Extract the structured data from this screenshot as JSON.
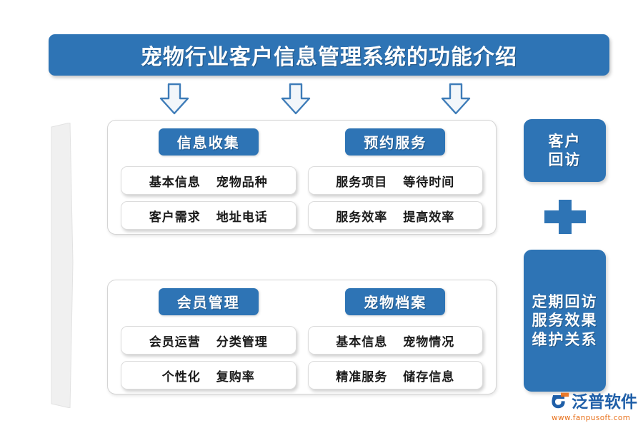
{
  "colors": {
    "brand_blue": "#2E74B5",
    "rule_navy": "#3A5BA0",
    "panel_border": "#d4d4d4",
    "logo_blue": "#1F5FA8",
    "logo_orange": "#E8701A",
    "background": "#FFFFFF"
  },
  "header": {
    "title": "宠物行业客户信息管理系统的功能介绍"
  },
  "arrows": [
    {
      "name": "arrow-down-1"
    },
    {
      "name": "arrow-down-2"
    },
    {
      "name": "arrow-down-3"
    }
  ],
  "panels": [
    {
      "id": "panel-top",
      "columns": [
        {
          "chip": "信息收集",
          "items": [
            [
              "基本信息",
              "宠物品种"
            ],
            [
              "客户需求",
              "地址电话"
            ]
          ]
        },
        {
          "chip": "预约服务",
          "items": [
            [
              "服务项目",
              "等待时间"
            ],
            [
              "服务效率",
              "提高效率"
            ]
          ]
        }
      ]
    },
    {
      "id": "panel-bottom",
      "columns": [
        {
          "chip": "会员管理",
          "items": [
            [
              "会员运营",
              "分类管理"
            ],
            [
              "个性化",
              "复购率"
            ]
          ]
        },
        {
          "chip": "宠物档案",
          "items": [
            [
              "基本信息",
              "宠物情况"
            ],
            [
              "精准服务",
              "储存信息"
            ]
          ]
        }
      ]
    }
  ],
  "side": {
    "top_box": "客户\n回访",
    "plus_icon": "plus-icon",
    "bottom_box": "定期回访\n服务效果\n维护关系"
  },
  "watermark": {
    "name": "泛普软件",
    "sub": "www.fanpusoft.com"
  },
  "brand": {
    "name": "泛普软件",
    "url": "www.fanpusoft.com"
  }
}
